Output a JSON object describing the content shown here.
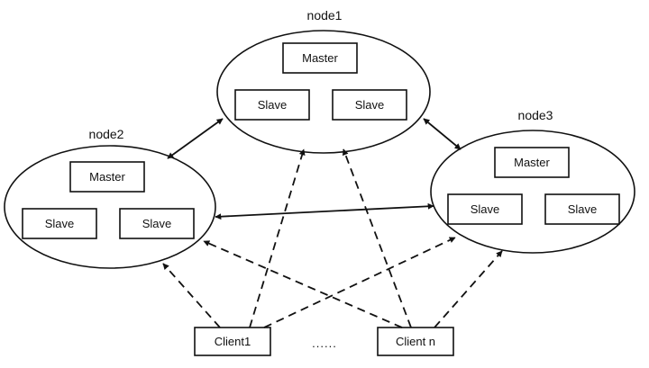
{
  "nodes": [
    {
      "title": "node1",
      "master": "Master",
      "slaves": [
        "Slave",
        "Slave"
      ]
    },
    {
      "title": "node2",
      "master": "Master",
      "slaves": [
        "Slave",
        "Slave"
      ]
    },
    {
      "title": "node3",
      "master": "Master",
      "slaves": [
        "Slave",
        "Slave"
      ]
    }
  ],
  "clients": [
    "Client1",
    "Client n"
  ],
  "ellipsis": "......",
  "colors": {
    "stroke": "#111111",
    "background": "#ffffff"
  }
}
